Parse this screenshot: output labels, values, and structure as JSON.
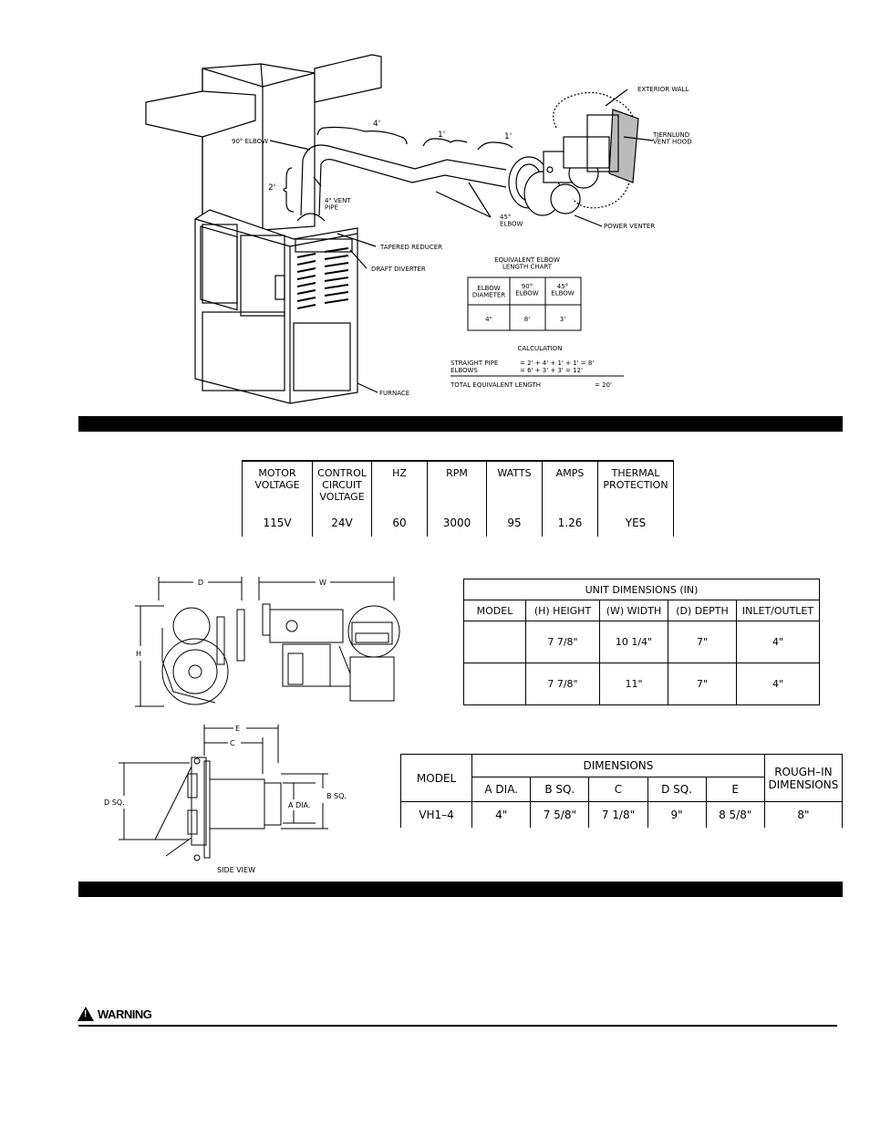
{
  "diagram_labels": {
    "exterior_wall": "EXTERIOR WALL",
    "vent_hood": "TJERNLUND\nVENT HOOD",
    "elbow_90": "90° ELBOW",
    "dim_4ft": "4'",
    "dim_1ft_a": "1'",
    "dim_1ft_b": "1'",
    "dim_2ft": "2'",
    "vent_pipe": "4\" VENT\nPIPE",
    "elbow_45": "45°\nELBOW",
    "power_venter": "POWER VENTER",
    "tapered_reducer": "TAPERED REDUCER",
    "draft_diverter": "DRAFT DIVERTER",
    "furnace": "FURNACE"
  },
  "elbow_chart": {
    "title": "EQUIVALENT ELBOW\nLENGTH CHART",
    "headers": [
      "ELBOW\nDIAMETER",
      "90°\nELBOW",
      "45°\nELBOW"
    ],
    "row": [
      "4\"",
      "8'",
      "3'"
    ]
  },
  "calculation": {
    "title": "CALCULATION",
    "straight_label": "STRAIGHT PIPE",
    "straight_expr": "= 2' + 4' + 1' + 1' = 8'",
    "elbows_label": "ELBOWS",
    "elbows_expr": "= 6' + 3' + 3' = 12'",
    "total_label": "TOTAL EQUIVALENT LENGTH",
    "total_expr": "= 20'"
  },
  "motor_table": {
    "headers": [
      "MOTOR\nVOLTAGE",
      "CONTROL\nCIRCUIT\nVOLTAGE",
      "HZ",
      "RPM",
      "WATTS",
      "AMPS",
      "THERMAL\nPROTECTION"
    ],
    "values": [
      "115V",
      "24V",
      "60",
      "3000",
      "95",
      "1.26",
      "YES"
    ]
  },
  "unit_drawing_labels": {
    "d": "D",
    "w": "W",
    "h": "H"
  },
  "unit_table": {
    "caption": "UNIT DIMENSIONS (IN)",
    "headers": [
      "MODEL",
      "(H) HEIGHT",
      "(W) WIDTH",
      "(D) DEPTH",
      "INLET/OUTLET"
    ],
    "rows": [
      [
        "",
        "7 7/8\"",
        "10 1/4\"",
        "7\"",
        "4\""
      ],
      [
        "",
        "7 7/8\"",
        "11\"",
        "7\"",
        "4\""
      ]
    ]
  },
  "hood_drawing_labels": {
    "e": "E",
    "c": "C",
    "d_sq": "D SQ.",
    "b_sq": "B SQ.",
    "a_dia": "A DIA.",
    "side_view": "SIDE VIEW"
  },
  "hood_table": {
    "model_header": "MODEL",
    "dims_header": "DIMENSIONS",
    "rough_header": "ROUGH–IN\nDIMENSIONS",
    "sub_headers": [
      "A DIA.",
      "B SQ.",
      "C",
      "D SQ.",
      "E"
    ],
    "row": {
      "model": "VH1–4",
      "values": [
        "4\"",
        "7 5/8\"",
        "7 1/8\"",
        "9\"",
        "8 5/8\""
      ],
      "rough": "8\""
    }
  },
  "warning": {
    "symbol": "!",
    "label": "WARNING"
  }
}
